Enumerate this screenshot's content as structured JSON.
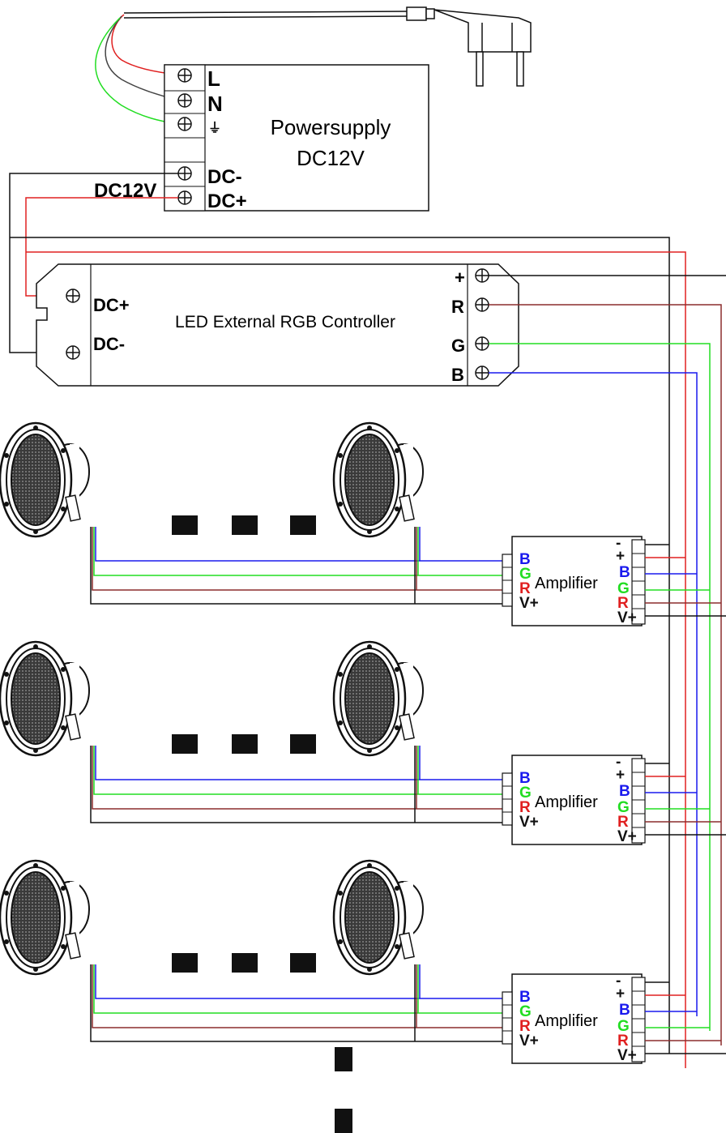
{
  "power_supply": {
    "title_line1": "Powersupply",
    "title_line2": "DC12V",
    "terminals": [
      "L",
      "N",
      "⏚",
      "DC-",
      "DC+"
    ],
    "output_label": "DC12V"
  },
  "controller": {
    "title": "LED External RGB Controller",
    "inputs": [
      "DC+",
      "DC-"
    ],
    "outputs": [
      "+",
      "R",
      "G",
      "B"
    ]
  },
  "amplifier": {
    "title": "Amplifier",
    "inputs": [
      "B",
      "G",
      "R",
      "V+"
    ],
    "outputs": [
      "-",
      "+",
      "B",
      "G",
      "R",
      "V+"
    ]
  },
  "wire_colors": {
    "red": "#e02020",
    "green": "#22dd22",
    "blue": "#1a1aee",
    "brown": "#8b2d2d",
    "black": "#111111"
  },
  "counts": {
    "rows": 3,
    "lamps_per_row_shown": 2
  }
}
